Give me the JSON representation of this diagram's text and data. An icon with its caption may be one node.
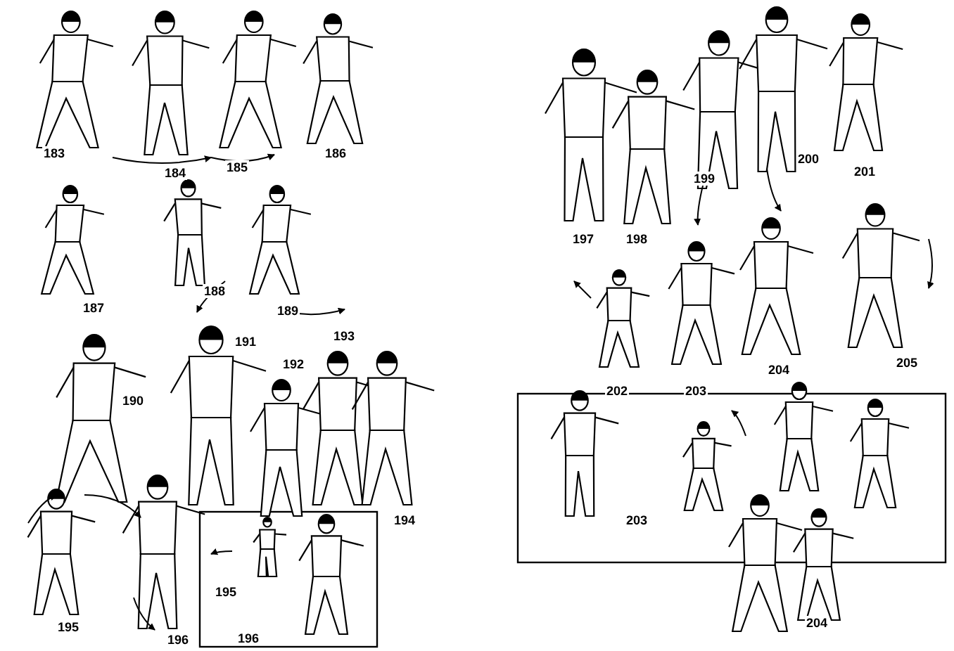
{
  "diagram": {
    "labels": [
      "183",
      "184",
      "185",
      "186",
      "187",
      "188",
      "189",
      "190",
      "191",
      "192",
      "193",
      "194",
      "195",
      "196",
      "195",
      "196",
      "197",
      "198",
      "199",
      "200",
      "201",
      "202",
      "203",
      "204",
      "205",
      "203",
      "204"
    ]
  }
}
